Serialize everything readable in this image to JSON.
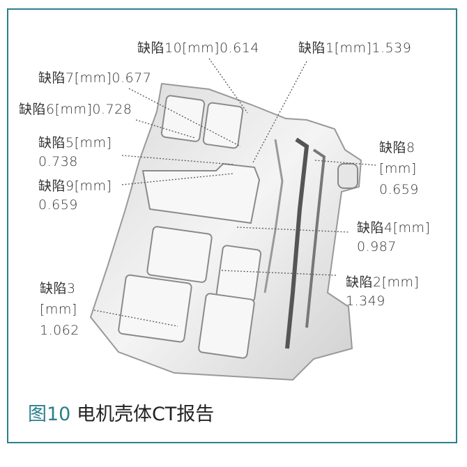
{
  "figure": {
    "caption_number": "图10",
    "caption_text": "电机壳体CT报告",
    "accent_color": "#2a7f8c",
    "image": "motor-housing-ct-scan",
    "defects": [
      {
        "id": "10",
        "lines": [
          "缺陷10[mm]0.614"
        ]
      },
      {
        "id": "1",
        "lines": [
          "缺陷1[mm]1.539"
        ]
      },
      {
        "id": "7",
        "lines": [
          "缺陷7[mm]0.677"
        ]
      },
      {
        "id": "6",
        "lines": [
          "缺陷6[mm]0.728"
        ]
      },
      {
        "id": "5",
        "lines": [
          "缺陷5[mm]",
          "0.738"
        ]
      },
      {
        "id": "9",
        "lines": [
          "缺陷9[mm]",
          "0.659"
        ]
      },
      {
        "id": "8",
        "lines": [
          "缺陷8",
          "[mm]",
          "0.659"
        ]
      },
      {
        "id": "4",
        "lines": [
          "缺陷4[mm]",
          "0.987"
        ]
      },
      {
        "id": "2",
        "lines": [
          "缺陷2[mm]",
          "1.349"
        ]
      },
      {
        "id": "3",
        "lines": [
          "缺陷3",
          "[mm]",
          "1.062"
        ]
      }
    ]
  }
}
